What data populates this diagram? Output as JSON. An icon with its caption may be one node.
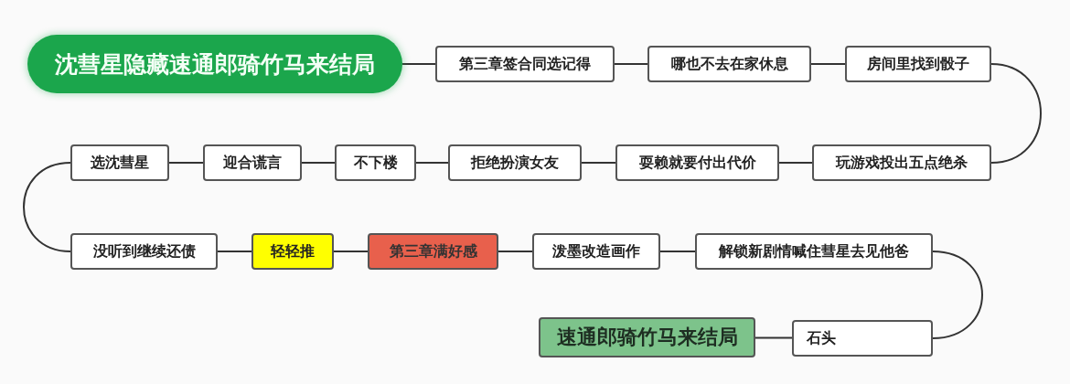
{
  "diagram": {
    "nodes": [
      {
        "text": [
          "沈彗星隐藏速通郎骑竹马来结局"
        ]
      },
      {
        "text": [
          "第三章签合同选记得"
        ]
      },
      {
        "text": [
          "哪也不去在家休息"
        ]
      },
      {
        "text": [
          "房间里找到骰子"
        ]
      },
      {
        "text": [
          "玩游戏投出五点绝杀"
        ]
      },
      {
        "text": [
          "耍赖就要付出代价"
        ]
      },
      {
        "text": [
          "拒绝扮演女友"
        ]
      },
      {
        "text": [
          "不下楼"
        ]
      },
      {
        "text": [
          "迎合谎言"
        ]
      },
      {
        "text": [
          "选沈彗星"
        ]
      },
      {
        "text": [
          "没听到继续还债"
        ]
      },
      {
        "text": [
          "轻轻推"
        ]
      },
      {
        "text": [
          "第三章满好感"
        ]
      },
      {
        "text": [
          "泼墨改造画作"
        ]
      },
      {
        "text": [
          "解锁新剧情喊住彗星去见他爸"
        ]
      },
      {
        "text": [
          "石头"
        ]
      },
      {
        "text": [
          "速通郎骑竹马来结局"
        ]
      }
    ],
    "edges": [
      {
        "from": 0,
        "to": 1,
        "arrow": "none"
      },
      {
        "from": 1,
        "to": 2,
        "arrow": "none"
      },
      {
        "from": 2,
        "to": 3,
        "arrow": "none"
      },
      {
        "from": 3,
        "to": 4,
        "arrow": "none"
      },
      {
        "from": 4,
        "to": 5,
        "arrow": "none"
      },
      {
        "from": 5,
        "to": 6,
        "arrow": "none"
      },
      {
        "from": 6,
        "to": 7,
        "arrow": "none"
      },
      {
        "from": 7,
        "to": 8,
        "arrow": "none"
      },
      {
        "from": 8,
        "to": 9,
        "arrow": "none"
      },
      {
        "from": 9,
        "to": 10,
        "arrow": "none"
      },
      {
        "from": 10,
        "to": 11,
        "arrow": "none"
      },
      {
        "from": 11,
        "to": 12,
        "arrow": "none"
      },
      {
        "from": 12,
        "to": 13,
        "arrow": "none"
      },
      {
        "from": 13,
        "to": 14,
        "arrow": "none"
      },
      {
        "from": 14,
        "to": 15,
        "arrow": "none"
      },
      {
        "from": 15,
        "to": 16,
        "arrow": "none"
      }
    ]
  }
}
